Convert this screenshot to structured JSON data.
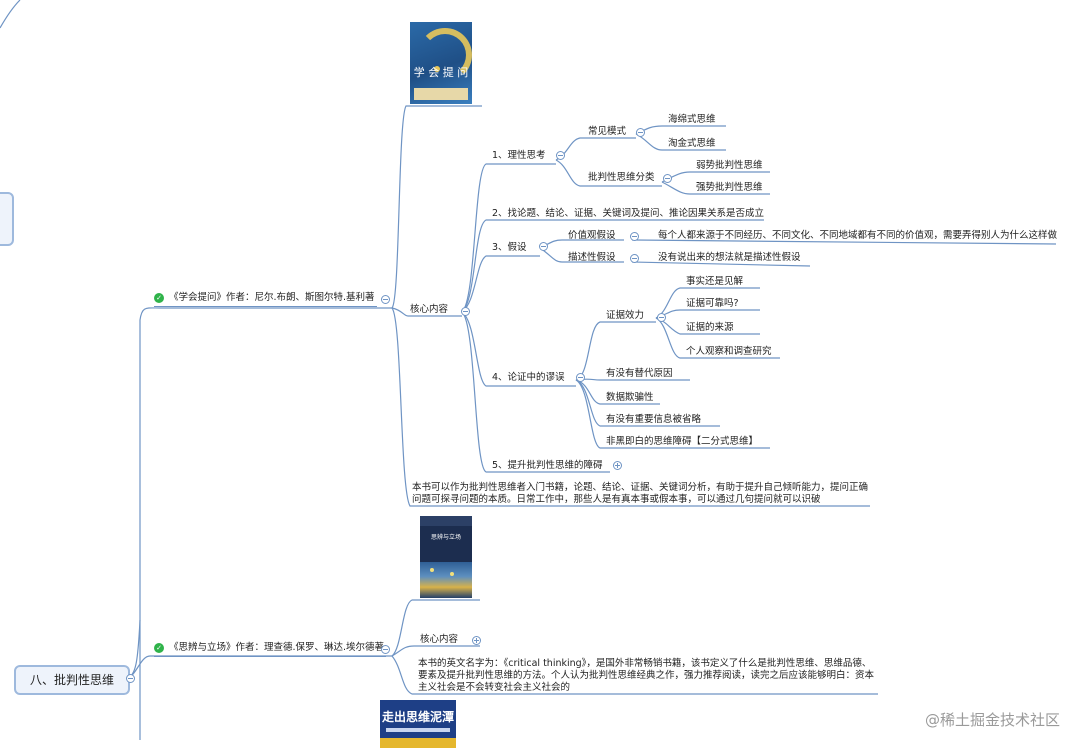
{
  "root": {
    "label": "八、批判性思维"
  },
  "book1": {
    "title": "《学会提问》作者：尼尔.布朗、斯图尔特.基利著",
    "cover_title": "学 会 提 问",
    "core": "核心内容",
    "b1": {
      "label": "1、理性思考",
      "mode": {
        "label": "常见模式",
        "items": [
          "海绵式思维",
          "淘金式思维"
        ]
      },
      "kind": {
        "label": "批判性思维分类",
        "items": [
          "弱势批判性思维",
          "强势批判性思维"
        ]
      }
    },
    "b2": {
      "label": "2、找论题、结论、证据、关键词及提问、推论因果关系是否成立"
    },
    "b3": {
      "label": "3、假设",
      "value": {
        "label": "价值观假设",
        "detail": "每个人都来源于不同经历、不同文化、不同地域都有不同的价值观，需要弄得别人为什么这样做"
      },
      "desc": {
        "label": "描述性假设",
        "detail": "没有说出来的想法就是描述性假设"
      }
    },
    "b4": {
      "label": "4、论证中的谬误",
      "evidence": {
        "label": "证据效力",
        "items": [
          "事实还是见解",
          "证据可靠吗?",
          "证据的来源",
          "个人观察和调查研究"
        ]
      },
      "items": [
        "有没有替代原因",
        "数据欺骗性",
        "有没有重要信息被省略",
        "非黑即白的思维障碍【二分式思维】"
      ]
    },
    "b5": {
      "label": "5、提升批判性思维的障碍"
    },
    "summary": "本书可以作为批判性思维者入门书籍，论题、结论、证据、关键词分析，有助于提升自己倾听能力，提问正确问题可探寻问题的本质。日常工作中，那些人是有真本事或假本事，可以通过几句提问就可以识破"
  },
  "book2": {
    "title": "《思辨与立场》作者：理查德.保罗、琳达.埃尔德著",
    "cover_title": "思辨与立场",
    "core": "核心内容",
    "summary": "本书的英文名字为：《critical thinking》，是国外非常畅销书籍，该书定义了什么是批判性思维、思维品德、要素及提升批判性思维的方法。个人认为批判性思维经典之作，强力推荐阅读，读完之后应该能够明白：资本主义社会是不会转变社会主义社会的"
  },
  "book3": {
    "cover_title": "走出思维泥潭"
  },
  "watermark": "@稀土掘金技术社区",
  "colors": {
    "link": "#6f94c4",
    "check": "#2fb34a",
    "root_border": "#9eb9dd"
  }
}
